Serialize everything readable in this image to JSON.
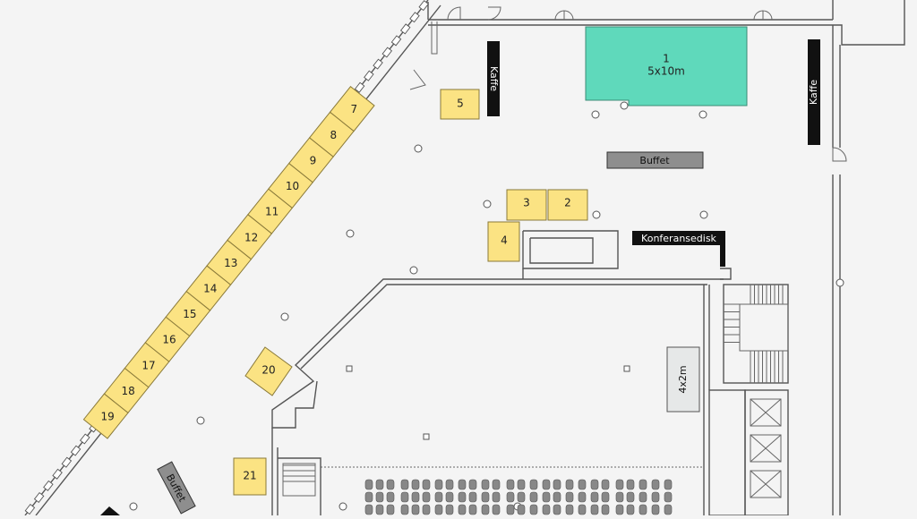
{
  "floor_plan": {
    "booths": [
      {
        "id": "1",
        "size": "5x10m",
        "color": "#5fd9bb"
      },
      {
        "id": "2"
      },
      {
        "id": "3"
      },
      {
        "id": "4"
      },
      {
        "id": "5"
      },
      {
        "id": "7"
      },
      {
        "id": "8"
      },
      {
        "id": "9"
      },
      {
        "id": "10"
      },
      {
        "id": "11"
      },
      {
        "id": "12"
      },
      {
        "id": "13"
      },
      {
        "id": "14"
      },
      {
        "id": "15"
      },
      {
        "id": "16"
      },
      {
        "id": "17"
      },
      {
        "id": "18"
      },
      {
        "id": "19"
      },
      {
        "id": "20"
      },
      {
        "id": "21"
      }
    ],
    "labels": {
      "buffet_top": "Buffet",
      "buffet_bottom": "Buffet",
      "kaffe_left": "Kaffe",
      "kaffe_right": "Kaffe",
      "reception": "Konferansedisk",
      "stage_area": "4x2m"
    },
    "colors": {
      "booth": "#fbe383",
      "feature_booth": "#5fd9bb",
      "counter": "#111111",
      "buffet": "#8e8e8e",
      "background": "#f4f4f4"
    },
    "icons": [
      "door-icon",
      "column-icon",
      "staircase-icon",
      "elevator-icon",
      "seat-icon"
    ]
  }
}
